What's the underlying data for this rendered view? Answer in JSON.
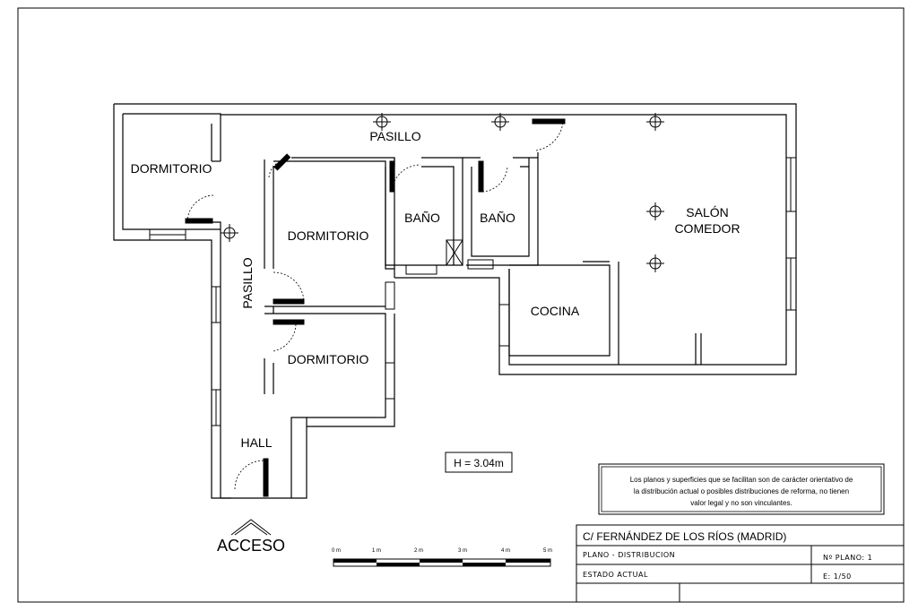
{
  "rooms": {
    "dormitorio_1": "DORMITORIO",
    "dormitorio_2": "DORMITORIO",
    "dormitorio_3": "DORMITORIO",
    "pasillo_top": "PASILLO",
    "pasillo_vertical": "PASILLO",
    "bano_1": "BAÑO",
    "bano_2": "BAÑO",
    "salon_line1": "SALÓN",
    "salon_line2": "COMEDOR",
    "cocina": "COCINA",
    "hall": "HALL"
  },
  "height_note": "H = 3.04m",
  "access_label": "ACCESO",
  "disclaimer": {
    "line1": "Los planos y superficies que se facilitan son de carácter orientativo de",
    "line2": "la distribución actual o posibles distribuciones de reforma, no tienen",
    "line3": "valor legal y no son vinculantes."
  },
  "scale_bar": {
    "ticks": [
      "0 m",
      "1 m",
      "2 m",
      "3 m",
      "4 m",
      "5 m"
    ]
  },
  "title_block": {
    "address": "C/ FERNÁNDEZ DE LOS RÍOS  (MADRID)",
    "plan_type": "PLANO  -  DISTRIBUCION",
    "plan_number": "Nº PLANO:  1",
    "state": "ESTADO  ACTUAL",
    "scale": "E: 1/50"
  }
}
